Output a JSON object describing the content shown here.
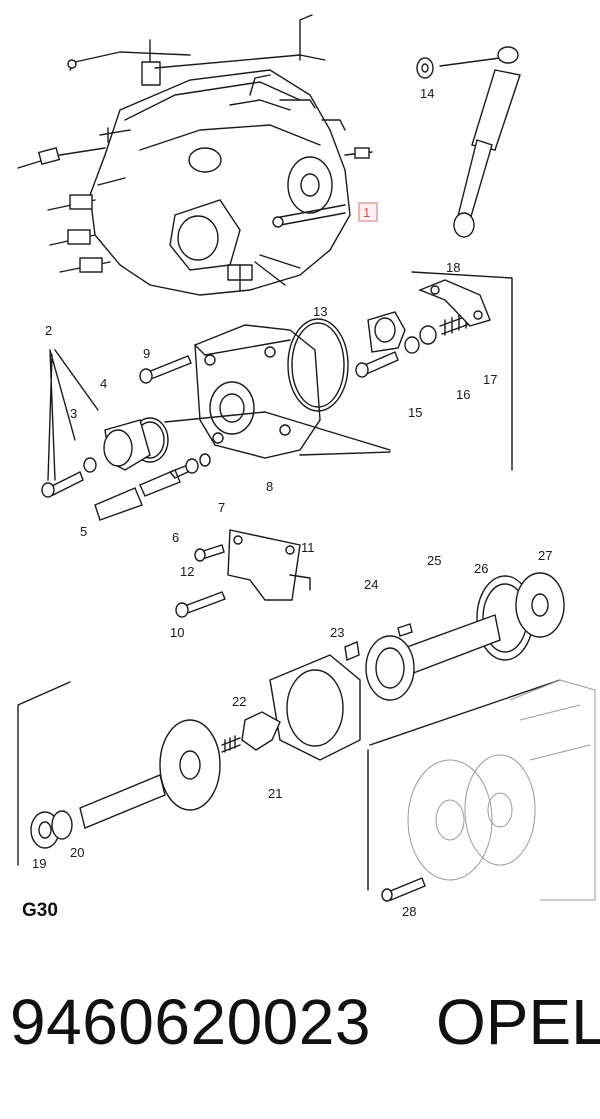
{
  "diagram": {
    "code": "G30",
    "highlighted_callout": "1",
    "callouts": [
      "1",
      "2",
      "3",
      "4",
      "5",
      "6",
      "7",
      "8",
      "9",
      "10",
      "11",
      "12",
      "13",
      "14",
      "15",
      "16",
      "17",
      "18",
      "19",
      "20",
      "21",
      "22",
      "23",
      "24",
      "25",
      "26",
      "27",
      "28"
    ],
    "colors": {
      "line": "#1a1a1a",
      "highlight_border": "#d98a8a",
      "highlight_fill": "#fff1f1",
      "highlight_text": "#c85050"
    }
  },
  "footer": {
    "part_number": "9460620023",
    "brand": "OPEL"
  }
}
